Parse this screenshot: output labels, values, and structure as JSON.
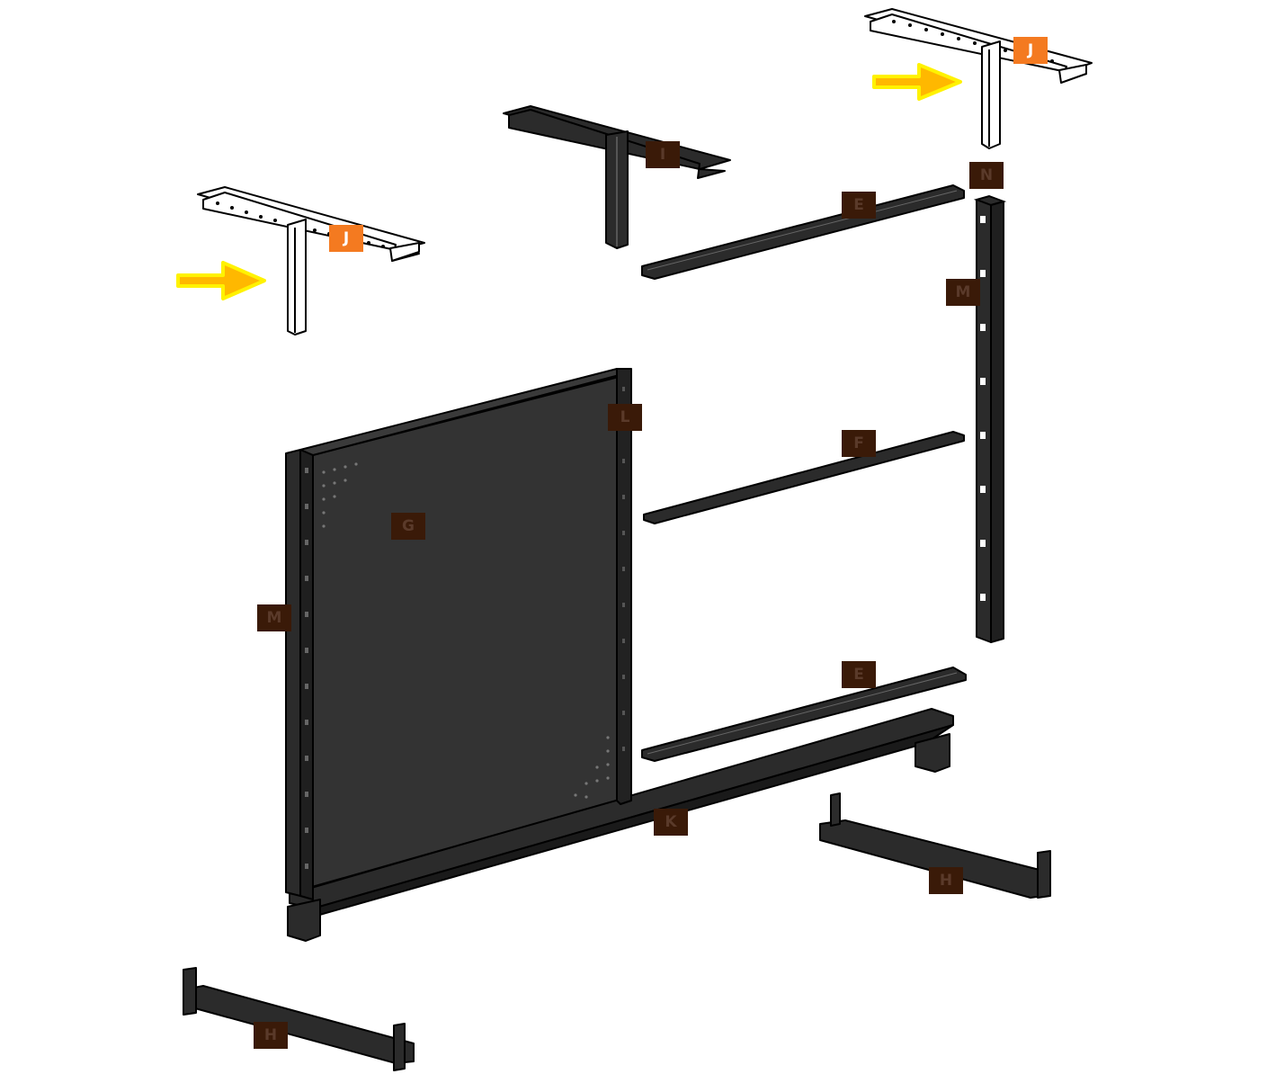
{
  "labels": {
    "J_top_right": "J",
    "J_left": "J",
    "I": "I",
    "N": "N",
    "E_top": "E",
    "M_right": "M",
    "L": "L",
    "F": "F",
    "G": "G",
    "M_left": "M",
    "E_bottom": "E",
    "K": "K",
    "H_right": "H",
    "H_left": "H"
  },
  "colors": {
    "part_dark": "#2b2b2b",
    "panel_fill": "#333333",
    "outline": "#000000",
    "highlight_part": "#ffffff",
    "label_dark_bg": "#3a1a08",
    "label_accent_bg": "#f47a20",
    "arrow": "#ffb800",
    "arrow_glow": "#fff200"
  },
  "icons": [
    "arrow-right-icon"
  ]
}
